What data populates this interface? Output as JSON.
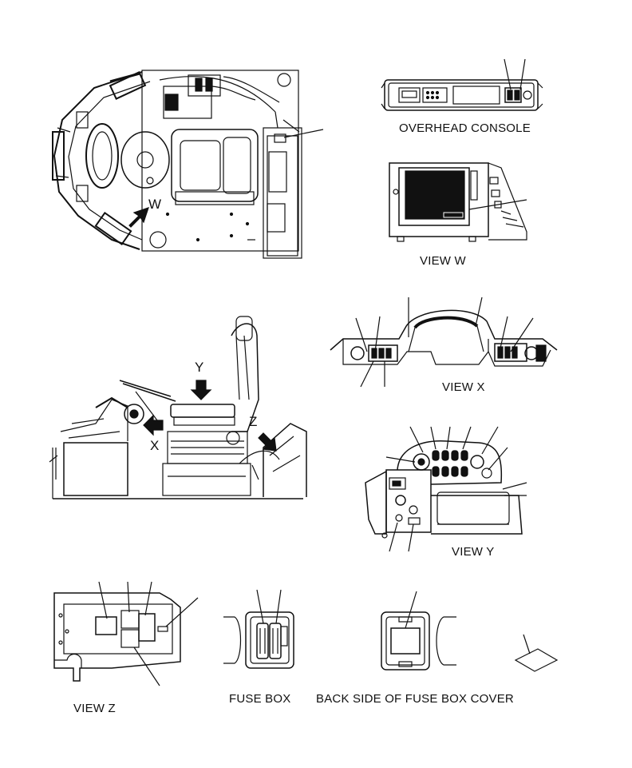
{
  "labels": {
    "overhead_console": "OVERHEAD CONSOLE",
    "view_w": "VIEW W",
    "view_x": "VIEW X",
    "view_y": "VIEW Y",
    "view_z": "VIEW Z",
    "fuse_box": "FUSE BOX",
    "fuse_box_cover": "BACK SIDE OF FUSE BOX COVER"
  },
  "arrows": {
    "w": "W",
    "x": "X",
    "y": "Y",
    "z": "Z"
  },
  "colors": {
    "line": "#111111",
    "fill_dark": "#111111",
    "background": "#ffffff"
  }
}
